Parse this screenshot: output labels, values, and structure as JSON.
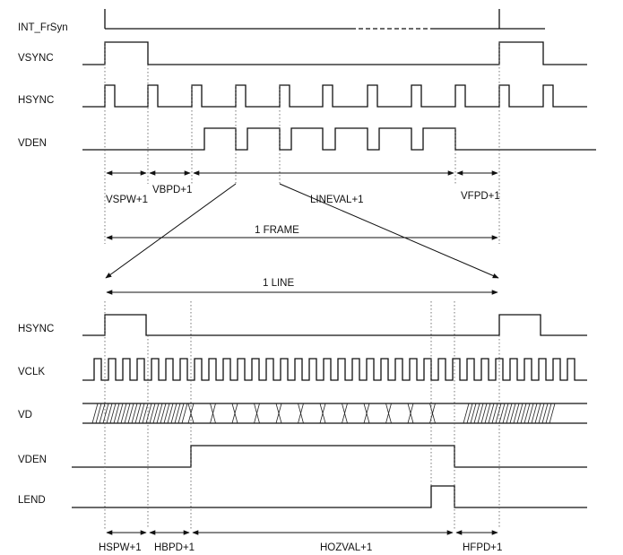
{
  "colors": {
    "line": "#111111",
    "background": "#ffffff"
  },
  "frame_timing": {
    "signals": {
      "int_frsyn": "INT_FrSyn",
      "vsync": "VSYNC",
      "hsync": "HSYNC",
      "vden": "VDEN"
    },
    "intervals": {
      "vspw": "VSPW+1",
      "vbpd": "VBPD+1",
      "lineval": "LINEVAL+1",
      "vfpd": "VFPD+1"
    },
    "frame_label": "1 FRAME"
  },
  "line_timing": {
    "line_label": "1 LINE",
    "signals": {
      "hsync": "HSYNC",
      "vclk": "VCLK",
      "vd": "VD",
      "vden": "VDEN",
      "lend": "LEND"
    },
    "intervals": {
      "hspw": "HSPW+1",
      "hbpd": "HBPD+1",
      "hozval": "HOZVAL+1",
      "hfpd": "HFPD+1"
    }
  }
}
